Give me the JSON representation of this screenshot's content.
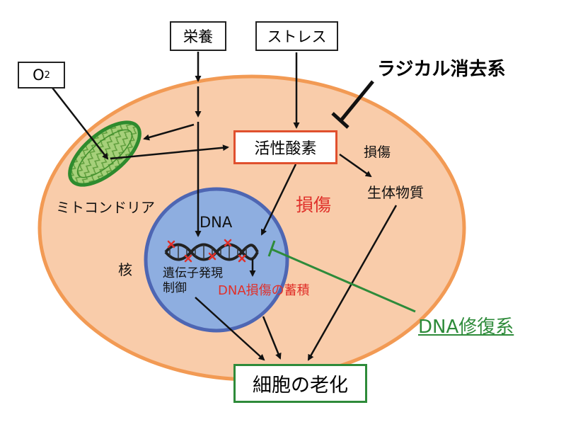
{
  "inputs": {
    "oxygen": {
      "base": "O",
      "subscript": "2"
    },
    "nutrition": "栄養",
    "stress": "ストレス"
  },
  "defenses": {
    "radical_scavenging": "ラジカル消去系",
    "dna_repair": "DNA修復系"
  },
  "cell": {
    "mitochondria_label": "ミトコンドリア",
    "ros": "活性酸素",
    "damage_small": "損傷",
    "biomaterial": "生体物質",
    "damage_large": "損傷",
    "nucleus_label": "核",
    "dna_label": "DNA",
    "gene_expression_line1": "遺伝子発現",
    "gene_expression_line2": "制御",
    "dna_damage_accumulation": "DNA損傷の蓄積"
  },
  "outcome": "細胞の老化",
  "colors": {
    "cell_fill": "#f9ccaa",
    "cell_border": "#f29a54",
    "nucleus_fill": "#8eaee0",
    "nucleus_border": "#4e66b3",
    "mito_border": "#2e8b2e",
    "mito_fill": "#a6d07a",
    "ros_border": "#e0502e",
    "damage_red": "#e0302a",
    "repair_green": "#2e8b3a",
    "arrow": "#111111"
  }
}
